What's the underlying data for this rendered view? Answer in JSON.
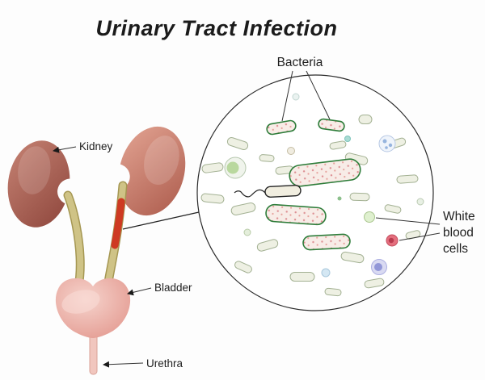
{
  "title": "Urinary Tract Infection",
  "anatomy_labels": {
    "kidney": "Kidney",
    "bladder": "Bladder",
    "urethra": "Urethra"
  },
  "micro_labels": {
    "bacteria": "Bacteria",
    "white_blood_cells_lines": [
      "White",
      "blood",
      "cells"
    ]
  },
  "colors": {
    "title_text": "#1b1b1b",
    "kidney_dark": "#9a4b3f",
    "kidney_light": "#c98a78",
    "ureter_tan": "#c8bc82",
    "inflammation_red": "#ce3a22",
    "bladder_pink": "#e59a8e",
    "urethra_pale_pink": "#f1c6be",
    "bacteria_outline_green": "#2e7d3a",
    "bacteria_fill_pale": "#eef0e3",
    "wbc_pink": "#e46f7e",
    "wbc_purple": "#9297d8",
    "wbc_green": "#b9d89e",
    "circle_border": "#2a2a2a"
  }
}
